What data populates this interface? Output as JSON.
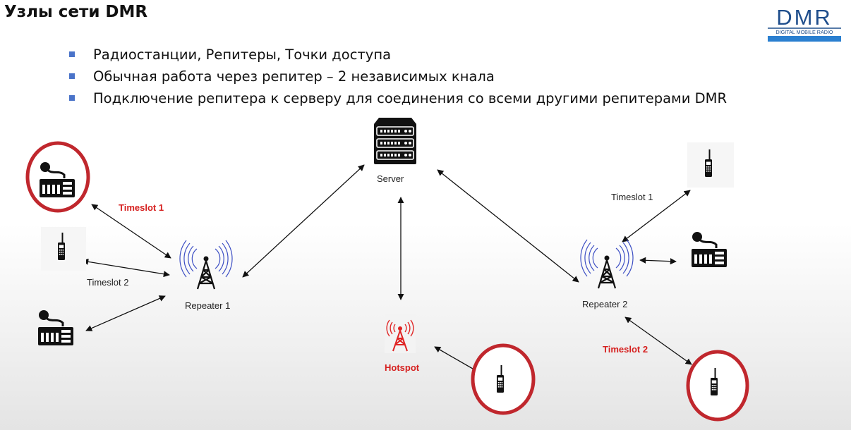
{
  "slide": {
    "title": "Узлы сети DMR",
    "bullets": [
      "Радиостанции, Репитеры, Точки доступа",
      "Обычная работа через репитер – 2 независимых кнала",
      "Подключение репитера к серверу для соединения со всеми другими репитерами DMR"
    ],
    "bullet_color": "#4a73c9"
  },
  "logo": {
    "text": "DMR",
    "tagline": "DIGITAL MOBILE RADIO",
    "color": "#1f4e8c"
  },
  "diagram": {
    "nodes": {
      "server": {
        "label": "Server",
        "icon": "server-icon"
      },
      "repeater1": {
        "label": "Repeater 1",
        "icon": "repeater-tower-icon"
      },
      "repeater2": {
        "label": "Repeater 2",
        "icon": "repeater-tower-icon"
      },
      "hotspot": {
        "label": "Hotspot",
        "icon": "hotspot-tower-icon"
      }
    },
    "links": {
      "timeslot1_left": "Timeslot 1",
      "timeslot2_left": "Timeslot 2",
      "timeslot1_right": "Timeslot 1",
      "timeslot2_right": "Timeslot 2"
    },
    "colors": {
      "highlight_ring": "#c0272d",
      "red_label": "#d6201f",
      "wave_blue": "#3d4fc4",
      "hotspot_red": "#e02424"
    }
  }
}
